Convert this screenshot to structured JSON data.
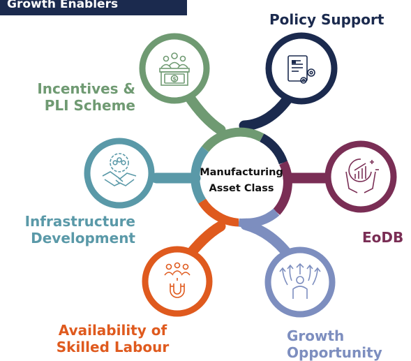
{
  "header": {
    "title": "Growth Enablers"
  },
  "center": {
    "line1": "Manufacturing",
    "line2": "Asset Class"
  },
  "enablers": [
    {
      "key": "policy",
      "lines": [
        "Policy Support"
      ],
      "color": "#1b2a4e",
      "icon": "policy-document-gears-icon"
    },
    {
      "key": "incentives",
      "lines": [
        "Incentives &",
        "PLI Scheme"
      ],
      "color": "#6f9a72",
      "icon": "money-incentive-icon"
    },
    {
      "key": "infrastructure",
      "lines": [
        "Infrastructure",
        "Development"
      ],
      "color": "#5a99a8",
      "icon": "handshake-gear-icon"
    },
    {
      "key": "eodb",
      "lines": [
        "EoDB"
      ],
      "color": "#7a2e55",
      "icon": "growth-chart-hands-icon"
    },
    {
      "key": "labour",
      "lines": [
        "Availability of",
        "Skilled Labour"
      ],
      "color": "#df5a1e",
      "icon": "people-magnet-icon"
    },
    {
      "key": "growth",
      "lines": [
        "Growth",
        "Opportunity"
      ],
      "color": "#7d8ebf",
      "icon": "person-growth-arrows-icon"
    }
  ]
}
